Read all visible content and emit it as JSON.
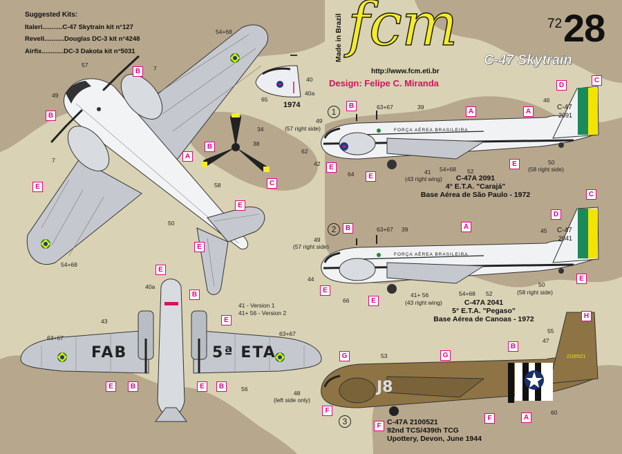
{
  "kits": {
    "heading": "Suggested Kits:",
    "items": [
      "Italeri...........C-47 Skytrain  kit n°127",
      "Revell...........Douglas DC-3 kit n°4248",
      "Airfix............DC-3 Dakota kit n°5031"
    ]
  },
  "brand": {
    "made_in": "Made in Brazil",
    "logo": "fcm",
    "series": "72",
    "number": "28",
    "subtitle": "C-47 Skytrain",
    "url": "http://www.fcm.eti.br",
    "design": "Design: Felipe C. Miranda"
  },
  "colors": {
    "camo_light": "#d9d2b4",
    "camo_dark": "#b7a78c",
    "aluminium": "#c8ccd3",
    "badge": "#e6007e",
    "olive": "#8e7444",
    "logo_yellow": "#f4ec2a"
  },
  "inset": {
    "year": "1974"
  },
  "markings": {
    "fab": "FAB",
    "eta": "5ª ETA",
    "fuselage_text": "FORÇA AÉREA BRASILEIRA",
    "tail_1": "C-47",
    "tail_1b": "2091",
    "tail_2": "C-47",
    "tail_2b": "2041",
    "tail_3": "2100521",
    "code_3": "J8"
  },
  "profiles": [
    {
      "num": "1",
      "caption": [
        "C-47A  2091",
        "4° E.T.A. \"Carajá\"",
        "Base Aérea de São Paulo - 1972"
      ]
    },
    {
      "num": "2",
      "caption": [
        "C-47A  2041",
        "5° E.T.A. \"Pegaso\"",
        "Base Aérea de Canoas - 1972"
      ]
    },
    {
      "num": "3",
      "caption": [
        "C-47A  2100521",
        "92nd TCS/439th TCG",
        "Upottery, Devon, June 1944"
      ]
    }
  ],
  "version_notes": [
    "41 - Version 1",
    "41+ 56 - Version 2"
  ],
  "callouts": {
    "c1": "54+68",
    "c2": "57",
    "c3": "7",
    "c4": "49",
    "c5": "7",
    "c6": "34",
    "c7": "38",
    "c8": "58",
    "c9": "50",
    "c10": "54+68",
    "c11": "40",
    "c12": "40a",
    "c13": "65",
    "c14": "40a",
    "c15": "43",
    "c16": "63+67",
    "c17": "63+67",
    "c18": "56",
    "p1_49": "49",
    "p1_57": "(57 right side)",
    "p1_6367": "63+67",
    "p1_39": "39",
    "p1_46": "46",
    "p1_62": "62",
    "p1_42": "42",
    "p1_64": "64",
    "p1_41": "41",
    "p1_41b": "(43 right wing)",
    "p1_5468": "54+68",
    "p1_52": "52",
    "p1_50": "50",
    "p1_50b": "(58 right side)",
    "p2_49": "49",
    "p2_57": "(57 right side)",
    "p2_6367": "63+67",
    "p2_39": "39",
    "p2_45": "45",
    "p2_44": "44",
    "p2_66": "66",
    "p2_4156": "41+ 56",
    "p2_43": "(43 right wing)",
    "p2_5468": "54+68",
    "p2_52": "52",
    "p2_50": "50",
    "p2_58": "(58 right side)",
    "p3_53": "53",
    "p3_55": "55",
    "p3_47": "47",
    "p3_48": "48",
    "p3_48b": "(left side only)",
    "p3_60": "60"
  },
  "badges": {
    "b1": "B",
    "b2": "B",
    "b3": "A",
    "b4": "E",
    "b5": "B",
    "b6": "C",
    "b7": "E",
    "b8": "E",
    "b9": "E",
    "b10": "B",
    "b11": "E",
    "b12": "E",
    "b13": "B",
    "b14": "B",
    "b15": "E",
    "p1a": "B",
    "p1b": "A",
    "p1c": "A",
    "p1d": "D",
    "p1e": "C",
    "p1f": "E",
    "p1g": "E",
    "p1h": "E",
    "p2a": "B",
    "p2b": "A",
    "p2c": "D",
    "p2d": "C",
    "p2e": "E",
    "p2f": "E",
    "p2g": "E",
    "p3a": "G",
    "p3b": "G",
    "p3c": "H",
    "p3d": "B",
    "p3e": "F",
    "p3f": "F",
    "p3g": "F",
    "p3h": "A"
  }
}
